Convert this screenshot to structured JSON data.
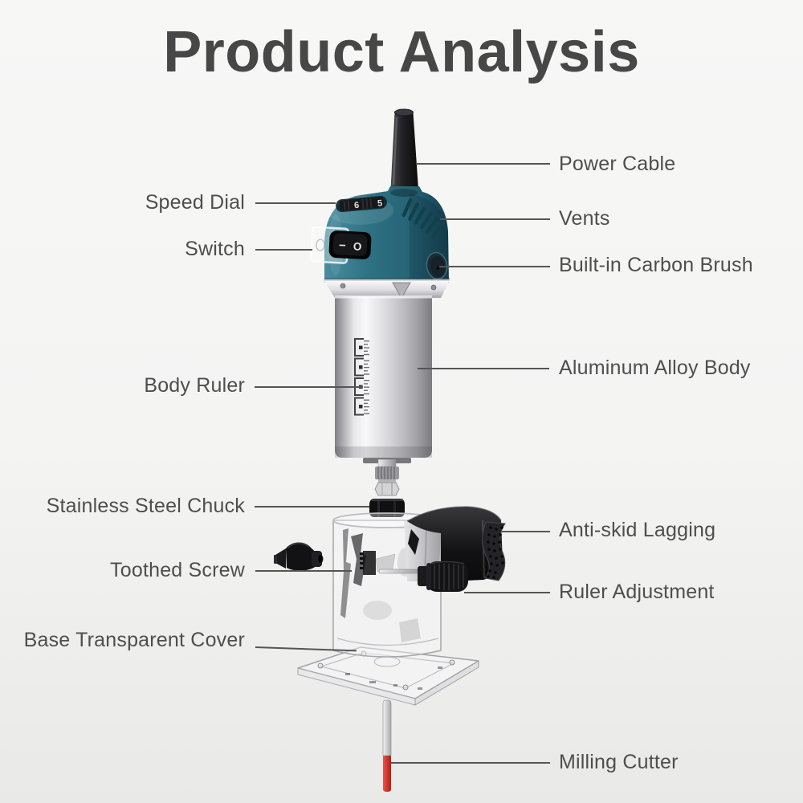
{
  "title": "Product Analysis",
  "labels": {
    "left": [
      {
        "id": "speed-dial",
        "text": "Speed Dial"
      },
      {
        "id": "switch",
        "text": "Switch"
      },
      {
        "id": "body-ruler",
        "text": "Body Ruler"
      },
      {
        "id": "stainless-steel-chuck",
        "text": "Stainless Steel Chuck"
      },
      {
        "id": "toothed-screw",
        "text": "Toothed Screw"
      },
      {
        "id": "base-transparent-cover",
        "text": "Base Transparent Cover"
      }
    ],
    "right": [
      {
        "id": "power-cable",
        "text": "Power Cable"
      },
      {
        "id": "vents",
        "text": "Vents"
      },
      {
        "id": "built-in-carbon-brush",
        "text": "Built-in Carbon Brush"
      },
      {
        "id": "aluminum-alloy-body",
        "text": "Aluminum Alloy Body"
      },
      {
        "id": "anti-skid-lagging",
        "text": "Anti-skid Lagging"
      },
      {
        "id": "ruler-adjustment",
        "text": "Ruler Adjustment"
      },
      {
        "id": "milling-cutter",
        "text": "Milling Cutter"
      }
    ]
  },
  "device": {
    "speed_dial_digits": [
      "6",
      "5"
    ],
    "switch_markings": {
      "on": "−",
      "off": "O"
    }
  },
  "colors": {
    "background_top": "#f7f7f6",
    "background_bottom": "#e9e9e8",
    "title_text": "#474747",
    "label_text": "#4e4e4e",
    "callout_line": "#555555",
    "housing_teal": "#2e7284",
    "housing_teal_dark": "#16404f",
    "aluminum_silver": "#e8e8ea",
    "black_parts": "#141416",
    "cutter_red": "#d03028"
  }
}
